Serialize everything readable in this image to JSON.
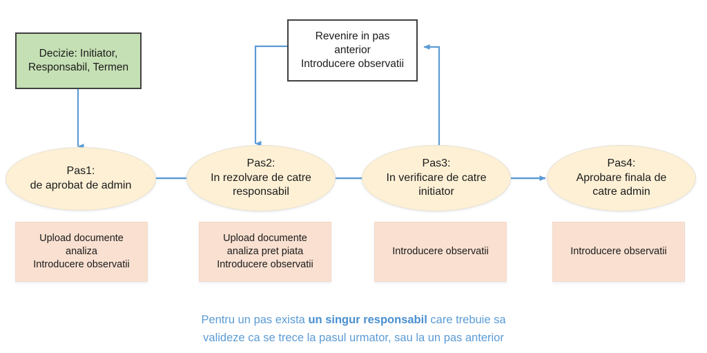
{
  "diagram": {
    "title_text_present": false,
    "accent_color": "#5b9bd5",
    "decision_fill": "#c5e0b4",
    "decision_border": "#3f3f3f",
    "step_fill": "#fdf0d5",
    "action_fill": "#f9e0d0",
    "caption_color": "#5b9bd5"
  },
  "decision": {
    "label": "Decizie: Initiator,\nResponsabil, Termen"
  },
  "return_box": {
    "label": "Revenire in pas\nanterior\nIntroducere observatii"
  },
  "steps": [
    {
      "label": "Pas1:\nde aprobat de admin"
    },
    {
      "label": "Pas2:\nIn rezolvare de catre\nresponsabil"
    },
    {
      "label": "Pas3:\nIn verificare de catre\ninitiator"
    },
    {
      "label": "Pas4:\nAprobare finala de\ncatre admin"
    }
  ],
  "actions": [
    {
      "label": "Upload documente\nanaliza\nIntroducere observatii"
    },
    {
      "label": "Upload documente\nanaliza pret piata\nIntroducere observatii"
    },
    {
      "label": "Introducere observatii"
    },
    {
      "label": "Introducere observatii"
    }
  ],
  "caption": {
    "line1_before": "Pentru un pas exista ",
    "line1_bold": "un singur responsabil",
    "line1_after": " care trebuie sa",
    "line2": "valideze ca se trece la pasul urmator, sau la un pas anterior"
  }
}
